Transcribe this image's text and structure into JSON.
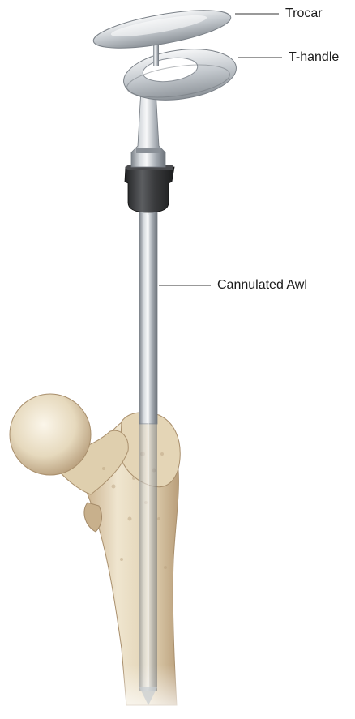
{
  "labels": {
    "trocar": "Trocar",
    "t_handle": "T-handle",
    "cannulated_awl": "Cannulated Awl"
  },
  "colors": {
    "bone_light": "#f1e9d6",
    "bone_mid": "#dccbaa",
    "bone_shadow": "#b49a78",
    "metal_light": "#f4f6f8",
    "metal_mid": "#b9bfc6",
    "metal_dark": "#6f757c",
    "grip_dark": "#2f3032",
    "leader_line": "#333333"
  }
}
